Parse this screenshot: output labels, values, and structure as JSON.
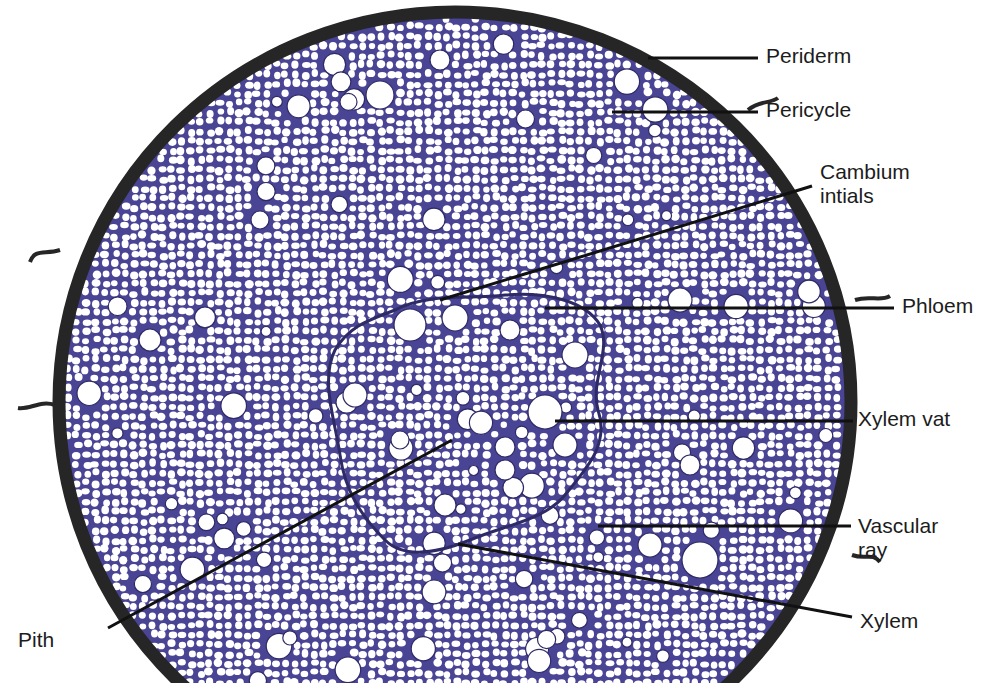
{
  "diagram": {
    "labels": [
      "Periderm",
      "Pericycle",
      "Cambium intials",
      "Phloem",
      "Xylem vat",
      "Vascular ray",
      "Xylem",
      "Pith"
    ]
  }
}
